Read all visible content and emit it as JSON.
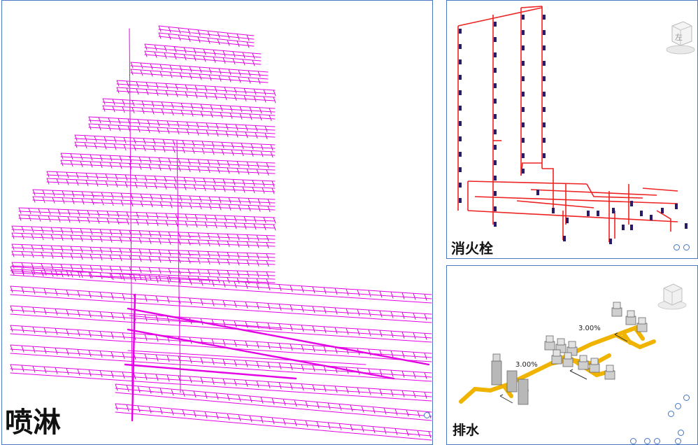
{
  "panels": {
    "sprinkler": {
      "label": "喷淋",
      "pipe_color": "#e400e4"
    },
    "hydrant": {
      "label": "消火栓",
      "pipe_color": "#ee2222",
      "cabinet_color": "#2a1a6a",
      "viewcube_text": "左"
    },
    "drain": {
      "label": "排水",
      "pipe_color": "#f0b400",
      "slope_labels": [
        "3.00%",
        "3.00%"
      ]
    }
  },
  "colors": {
    "frame": "#4a78c2",
    "control_circle": "#3f74c8"
  }
}
